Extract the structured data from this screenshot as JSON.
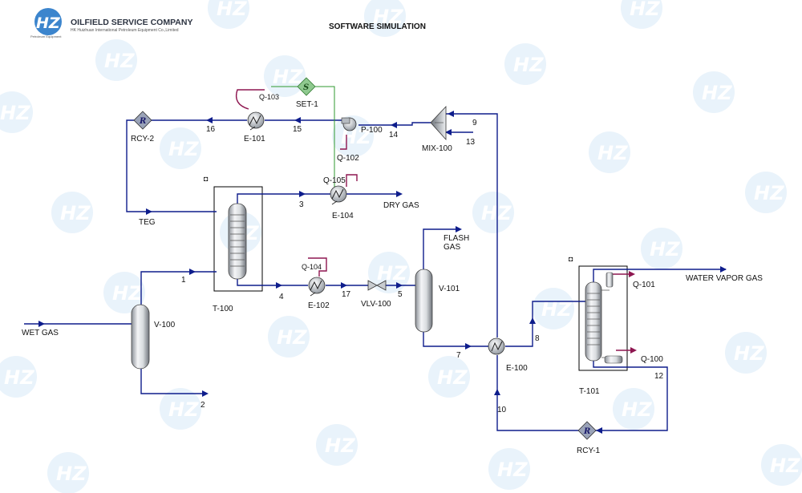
{
  "header": {
    "company_name": "OILFIELD SERVICE COMPANY",
    "company_subtitle": "HK Huizhuan International Petroleum Equipment Co.,Limited",
    "logo_tagline": "Petroleum Equipment",
    "logo_letters": "HZ",
    "title": "SOFTWARE SIMULATION"
  },
  "units": {
    "v100": "V-100",
    "t100": "T-100",
    "e101": "E-101",
    "e102": "E-102",
    "e104": "E-104",
    "p100": "P-100",
    "mix100": "MIX-100",
    "set1": "SET-1",
    "rcy2": "RCY-2",
    "rcy1": "RCY-1",
    "vlv100": "VLV-100",
    "v101": "V-101",
    "e100": "E-100",
    "t101": "T-101"
  },
  "streams": {
    "wet_gas": "WET GAS",
    "s1": "1",
    "s2": "2",
    "s3": "3",
    "s4": "4",
    "s5": "5",
    "s7": "7",
    "s8": "8",
    "s9": "9",
    "s10": "10",
    "s12": "12",
    "s13": "13",
    "s14": "14",
    "s15": "15",
    "s16": "16",
    "s17": "17",
    "teg": "TEG",
    "dry_gas": "DRY GAS",
    "flash_gas_1": "FLASH",
    "flash_gas_2": "GAS",
    "water_vapor_gas": "WATER VAPOR GAS"
  },
  "energy": {
    "q100": "Q-100",
    "q101": "Q-101",
    "q102": "Q-102",
    "q103": "Q-103",
    "q104": "Q-104",
    "q105": "Q-105"
  },
  "symbols": {
    "recycle": "R",
    "set": "S"
  },
  "colors": {
    "material_stream": "#0e1d8c",
    "energy_stream": "#8e1650",
    "signal_line": "#2f9a2f",
    "watermark": "#3a8fd6",
    "logo_blue": "#2778c8"
  }
}
